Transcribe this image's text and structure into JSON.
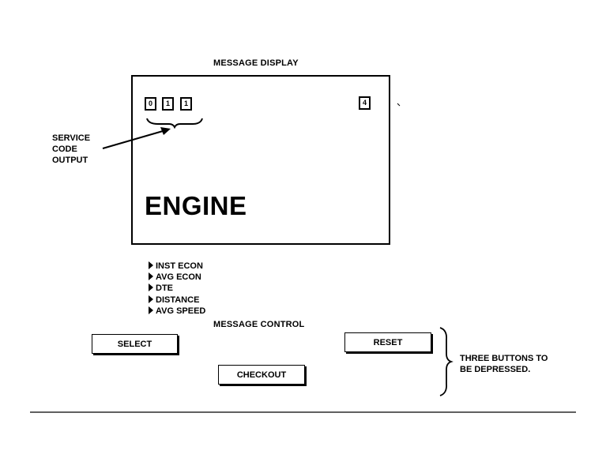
{
  "display": {
    "title": "MESSAGE DISPLAY",
    "code_digits": [
      "0",
      "1",
      "1"
    ],
    "right_digit": "4",
    "message": "ENGINE"
  },
  "service_label": {
    "lines": [
      "SERVICE",
      "CODE",
      "OUTPUT"
    ]
  },
  "menu": {
    "items": [
      "INST ECON",
      "AVG ECON",
      "DTE",
      "DISTANCE",
      "AVG SPEED"
    ]
  },
  "control": {
    "title": "MESSAGE CONTROL",
    "select_label": "SELECT",
    "reset_label": "RESET",
    "checkout_label": "CHECKOUT"
  },
  "note": {
    "lines": [
      "THREE BUTTONS TO",
      "BE DEPRESSED."
    ]
  }
}
